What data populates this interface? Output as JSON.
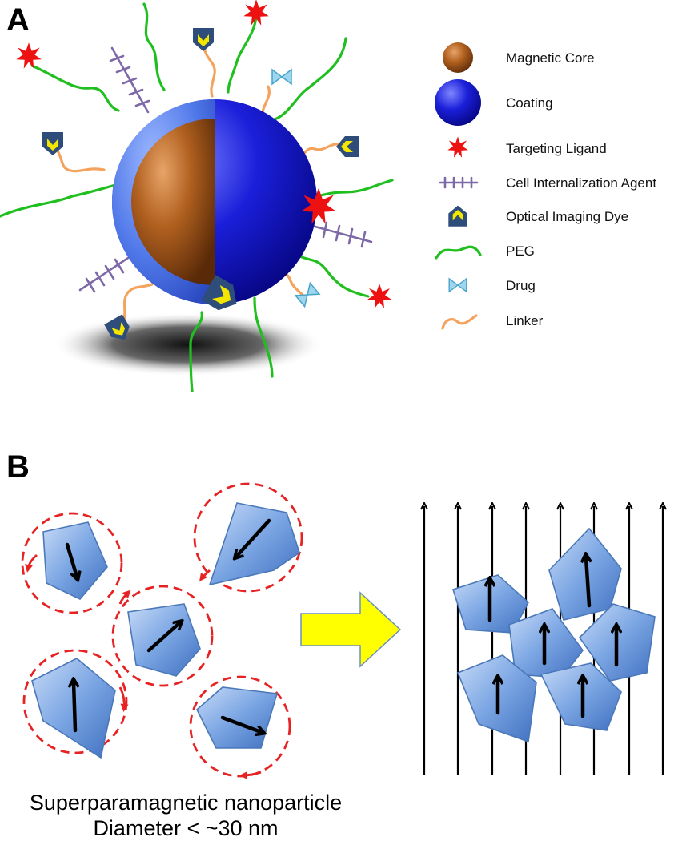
{
  "panels": {
    "a_label": "A",
    "b_label": "B"
  },
  "legend": [
    {
      "label": "Magnetic Core",
      "icon": "magnetic-core-icon"
    },
    {
      "label": "Coating",
      "icon": "coating-icon"
    },
    {
      "label": "Targeting Ligand",
      "icon": "targeting-ligand-icon"
    },
    {
      "label": "Cell Internalization Agent",
      "icon": "cell-internalization-agent-icon"
    },
    {
      "label": "Optical Imaging Dye",
      "icon": "optical-imaging-dye-icon"
    },
    {
      "label": "PEG",
      "icon": "peg-icon"
    },
    {
      "label": "Drug",
      "icon": "drug-icon"
    },
    {
      "label": "Linker",
      "icon": "linker-icon"
    }
  ],
  "caption": {
    "line1": "Superparamagnetic nanoparticle",
    "line2": "Diameter < ~30 nm"
  },
  "colors": {
    "core": "#8b4513",
    "coating": "#1a1ad6",
    "ligand": "#ee1111",
    "peg": "#1fbf1f",
    "linker": "#f4a35c",
    "cia": "#7d69a8",
    "dye": "#f5e600",
    "drug": "#5fb8d8",
    "arrow": "#ffff00",
    "crystal": "#6f9ddf"
  }
}
